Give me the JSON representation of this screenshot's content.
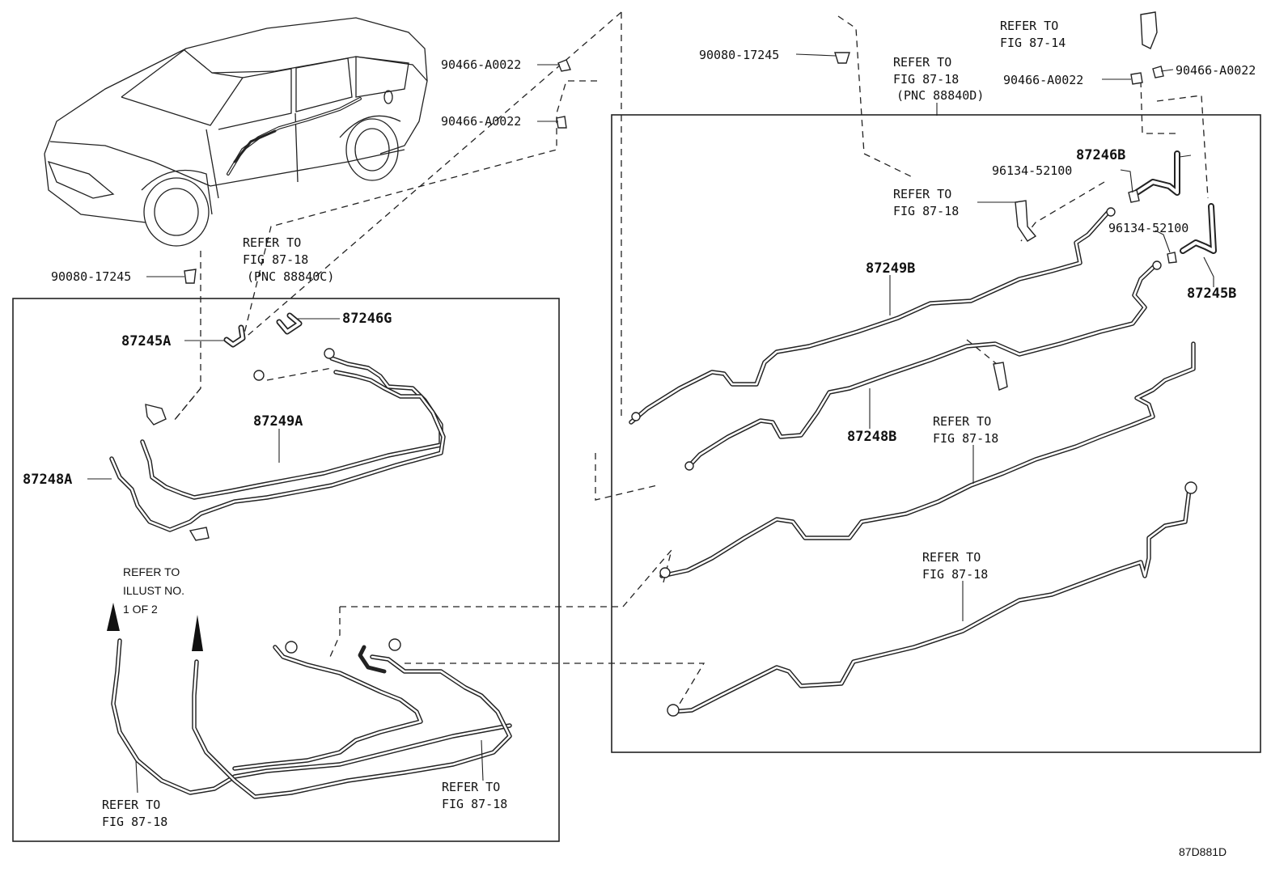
{
  "part_labels": {
    "p90466_a0022_1": "90466-A0022",
    "p90466_a0022_2": "90466-A0022",
    "p90466_a0022_3": "90466-A0022",
    "p90466_a0022_4": "90466-A0022",
    "p90080_17245_1": "90080-17245",
    "p90080_17245_2": "90080-17245",
    "p96134_52100_1": "96134-52100",
    "p96134_52100_2": "96134-52100",
    "p87246B": "87246B",
    "p87249B": "87249B",
    "p87245B": "87245B",
    "p87248B": "87248B",
    "p87245A": "87245A",
    "p87246G": "87246G",
    "p87249A": "87249A",
    "p87248A": "87248A"
  },
  "refer_notes": {
    "r_87_14": [
      "REFER TO",
      "FIG 87-14"
    ],
    "r_88840D": [
      "REFER TO",
      "FIG 87-18",
      "(PNC 88840D)"
    ],
    "r_bracket": [
      "REFER TO",
      "FIG 87-18"
    ],
    "r_88840C": [
      "REFER TO",
      "FIG 87-18",
      "(PNC 88840C)"
    ],
    "r_mid_right": [
      "REFER TO",
      "FIG 87-18"
    ],
    "r_low_right": [
      "REFER TO",
      "FIG 87-18"
    ],
    "r_bottom_left": [
      "REFER TO",
      "FIG 87-18"
    ],
    "r_bottom_mid": [
      "REFER TO",
      "FIG 87-18"
    ],
    "r_illust": [
      "REFER TO",
      "ILLUST NO.",
      "1 OF 2"
    ]
  },
  "figure_id": "87D881D"
}
